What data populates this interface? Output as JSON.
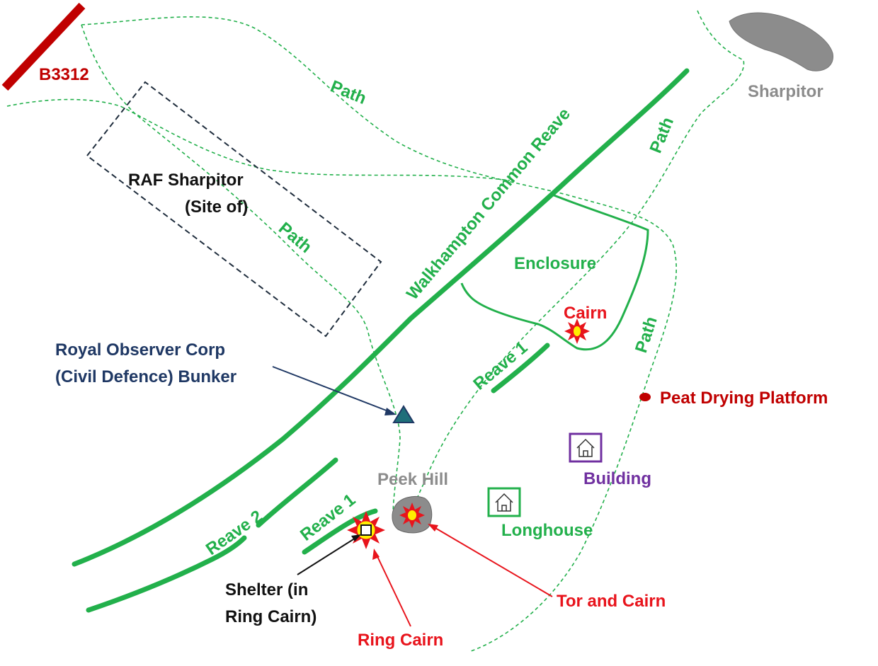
{
  "labels": {
    "road": "B3312",
    "sharpitor": "Sharpitor",
    "path": "Path",
    "raf_line1": "RAF Sharpitor",
    "raf_line2": "(Site of)",
    "reave_main": "Walkhampton Common Reave",
    "enclosure": "Enclosure",
    "cairn": "Cairn",
    "reave1": "Reave 1",
    "reave2": "Reave 2",
    "bunker_line1": "Royal Observer Corp",
    "bunker_line2": "(Civil Defence) Bunker",
    "peat": "Peat Drying Platform",
    "building": "Building",
    "peek_hill": "Peek Hill",
    "longhouse": "Longhouse",
    "shelter_line1": "Shelter (in",
    "shelter_line2": "Ring Cairn)",
    "ring_cairn": "Ring Cairn",
    "tor_cairn": "Tor and Cairn"
  },
  "colors": {
    "green": "#22b04b",
    "red": "#e8141c",
    "dark_red": "#c00000",
    "navy": "#1f3864",
    "purple": "#7030a0",
    "gray": "#8c8c8c"
  }
}
